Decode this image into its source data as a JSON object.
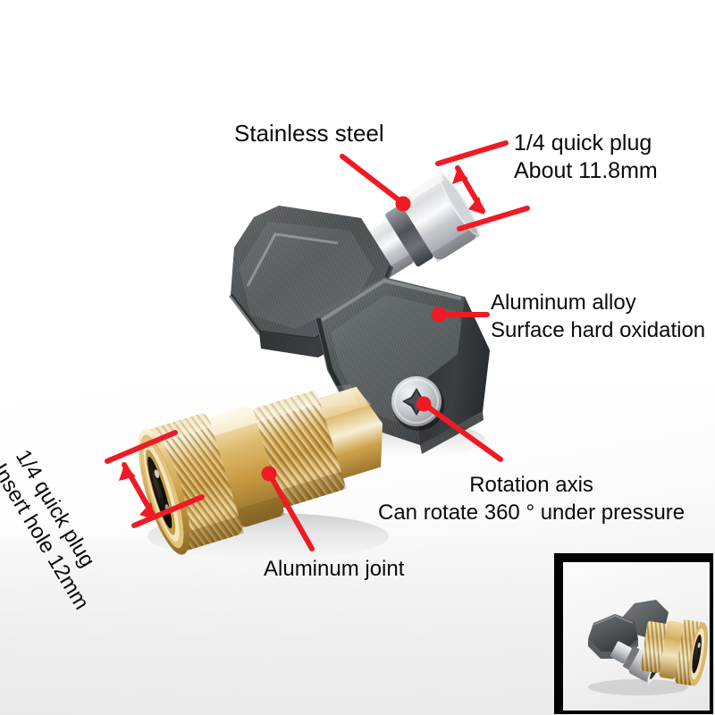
{
  "image": {
    "type": "product-photograph-with-annotations",
    "subject": "Pressure washer 360 degree swivel quick connect adapter",
    "background_color": "#ffffff",
    "annotation_color": "#ee1b24"
  },
  "annotations": [
    {
      "id": "stainless",
      "name": "stainless-steel-label",
      "text": "Stainless steel",
      "points_to": "stainless steel quick plug nipple",
      "style": "leader-line-with-dot"
    },
    {
      "id": "quickplug_top",
      "name": "quick-plug-dimension-label",
      "line1": "1/4 quick plug",
      "line2": "About 11.8mm",
      "points_to": "stainless steel plug outer diameter",
      "style": "double-headed-dimension-arrow"
    },
    {
      "id": "alloy",
      "name": "aluminum-alloy-label",
      "line1": "Aluminum alloy",
      "line2": "Surface hard oxidation",
      "points_to": "dark gray hex body",
      "style": "leader-line-with-dot"
    },
    {
      "id": "rotation",
      "name": "rotation-axis-label",
      "line1": "Rotation axis",
      "line2": "Can rotate 360 ° under pressure",
      "points_to": "phillips screw pivot",
      "style": "leader-line-with-dot"
    },
    {
      "id": "insert_hole",
      "name": "insert-hole-dimension-label",
      "line1": "1/4 quick plug",
      "line2": "Insert hole 12mm",
      "points_to": "brass coupler socket opening",
      "style": "rotated-double-headed-dimension-arrow",
      "rotation_deg": 59
    },
    {
      "id": "aljoint",
      "name": "aluminum-joint-label",
      "text": "Aluminum joint",
      "points_to": "brass knurled coupler",
      "style": "leader-line-with-dot"
    }
  ],
  "materials": {
    "stainless_steel": "#d8dade",
    "aluminum_alloy_dark": "#4f5254",
    "brass": "#d8ad55",
    "screw_silver": "#c9ccce"
  },
  "inset": {
    "name": "alternate-view-thumbnail",
    "border_color": "#000000",
    "description": "Alternate angle photo of the same swivel adapter"
  }
}
